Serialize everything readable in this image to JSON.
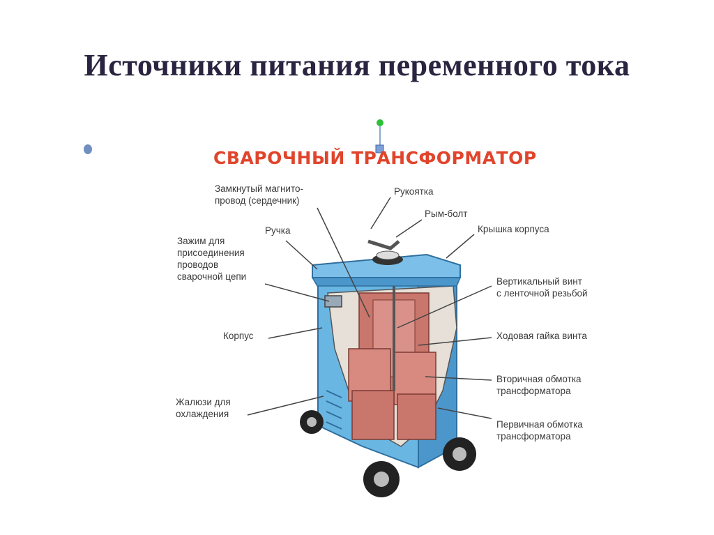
{
  "slide": {
    "title": "Источники питания переменного тока"
  },
  "diagram": {
    "heading": "СВАРОЧНЫЙ ТРАНСФОРМАТОР",
    "labels": {
      "core": "Замкнутый магнито-\nпровод (сердечник)",
      "crank": "Рукоятка",
      "eyebolt": "Рым-болт",
      "handle": "Ручка",
      "lid": "Крышка корпуса",
      "clamp": "Зажим для\nприсоединения\nпроводов\nсварочной цепи",
      "screw": "Вертикальный винт\nс ленточной резьбой",
      "body": "Корпус",
      "nut": "Ходовая гайка винта",
      "secondary": "Вторичная обмотка\nтрансформатора",
      "louvers": "Жалюзи для\nохлаждения",
      "primary": "Первичная обмотка\nтрансформатора"
    }
  },
  "colors": {
    "title": "#2a2440",
    "heading": "#e0452c",
    "housing": "#5aa7d8",
    "winding": "#d98a80"
  }
}
